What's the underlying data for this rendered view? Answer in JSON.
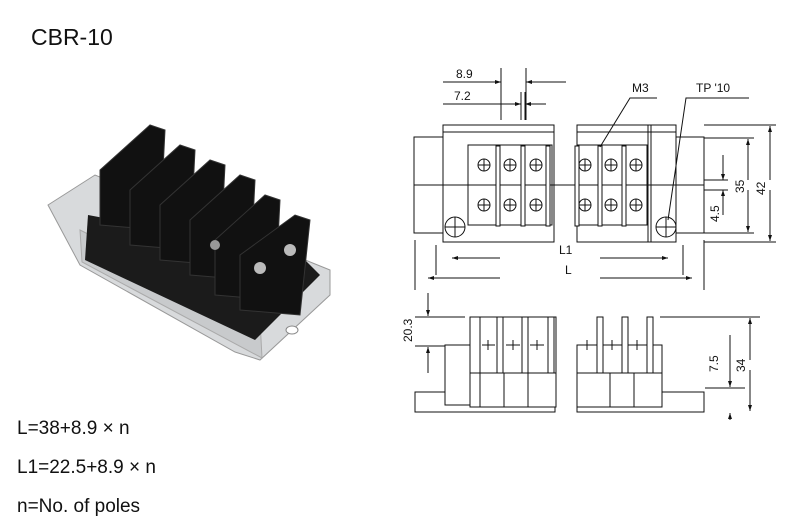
{
  "title": "CBR-10",
  "formulas": {
    "L": "L=38+8.9 × n",
    "L1": "L1=22.5+8.9 × n",
    "n": "n=No. of poles"
  },
  "drawing": {
    "pitch": "8.9",
    "barrier_gap": "7.2",
    "screw_label": "M3",
    "mount_screw_label": "TP '10",
    "dim_L1": "L1",
    "dim_L": "L",
    "height_35": "35",
    "height_42": "42",
    "dim_4_5": "4.5",
    "dim_20_3": "20.3",
    "dim_7_5": "7.5",
    "dim_34": "34"
  }
}
